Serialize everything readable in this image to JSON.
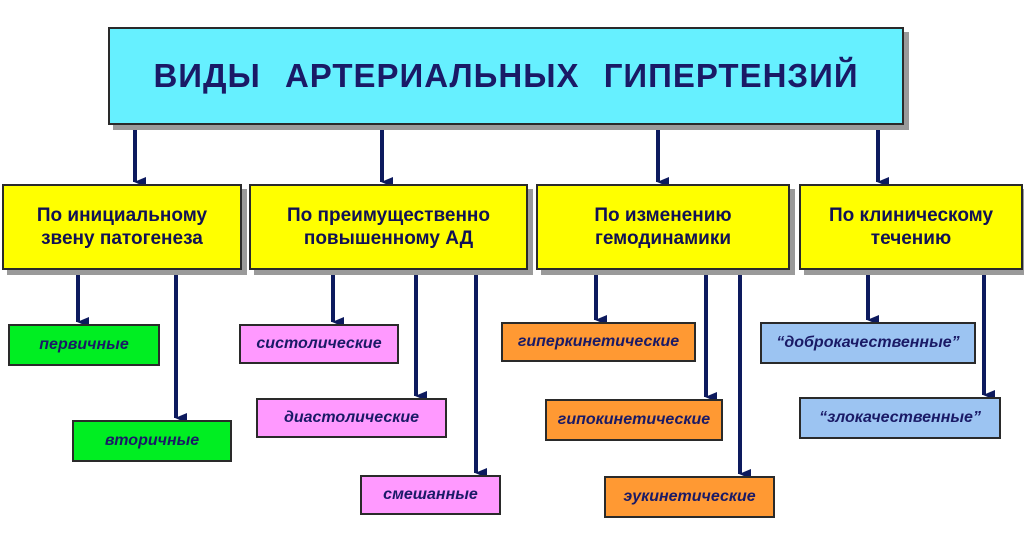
{
  "title": "ВИДЫ   АРТЕРИАЛЬНЫХ   ГИПЕРТЕНЗИЙ",
  "categories": [
    {
      "label": "По инициальному звену патогенеза",
      "color": "#ffff00",
      "items": [
        "первичные",
        "вторичные"
      ],
      "item_color": "#00ee22"
    },
    {
      "label": "По преимущественно повышенному АД",
      "color": "#ffff00",
      "items": [
        "систолические",
        "диастолические",
        "смешанные"
      ],
      "item_color": "#ff99ff"
    },
    {
      "label": "По изменению гемодинамики",
      "color": "#ffff00",
      "items": [
        "гиперкинетические",
        "гипокинетические",
        "эукинетические"
      ],
      "item_color": "#ff9933"
    },
    {
      "label": "По клиническому течению",
      "color": "#ffff00",
      "items": [
        "“доброкачественные”",
        "“злокачественные”"
      ],
      "item_color": "#9cc4f2"
    }
  ],
  "colors": {
    "title_bg": "#66f0ff",
    "connector": "#0d1a5e"
  }
}
